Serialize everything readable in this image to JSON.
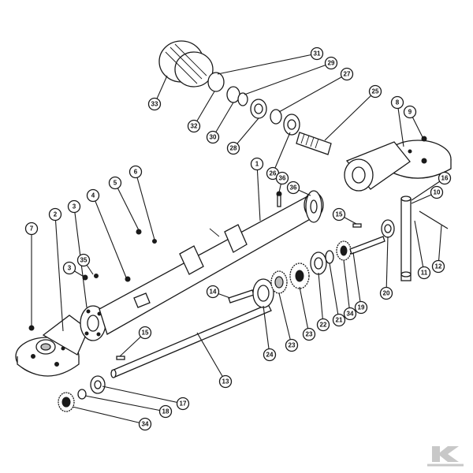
{
  "diagram": {
    "colors": {
      "ink": "#1a1a1a",
      "paper": "#ffffff",
      "shade": "#bdbdbd",
      "watermark": "#c8c8c8"
    },
    "watermark": "K",
    "callouts": [
      {
        "label": "1"
      },
      {
        "label": "2"
      },
      {
        "label": "3"
      },
      {
        "label": "3"
      },
      {
        "label": "4"
      },
      {
        "label": "5"
      },
      {
        "label": "6"
      },
      {
        "label": "7"
      },
      {
        "label": "8"
      },
      {
        "label": "9"
      },
      {
        "label": "10"
      },
      {
        "label": "11"
      },
      {
        "label": "12"
      },
      {
        "label": "13"
      },
      {
        "label": "14"
      },
      {
        "label": "15"
      },
      {
        "label": "15"
      },
      {
        "label": "16"
      },
      {
        "label": "17"
      },
      {
        "label": "18"
      },
      {
        "label": "19"
      },
      {
        "label": "20"
      },
      {
        "label": "21"
      },
      {
        "label": "22"
      },
      {
        "label": "23"
      },
      {
        "label": "23"
      },
      {
        "label": "24"
      },
      {
        "label": "25"
      },
      {
        "label": "26"
      },
      {
        "label": "27"
      },
      {
        "label": "28"
      },
      {
        "label": "29"
      },
      {
        "label": "30"
      },
      {
        "label": "31"
      },
      {
        "label": "32"
      },
      {
        "label": "33"
      },
      {
        "label": "34"
      },
      {
        "label": "34"
      },
      {
        "label": "35"
      },
      {
        "label": "36"
      },
      {
        "label": "36"
      }
    ]
  }
}
